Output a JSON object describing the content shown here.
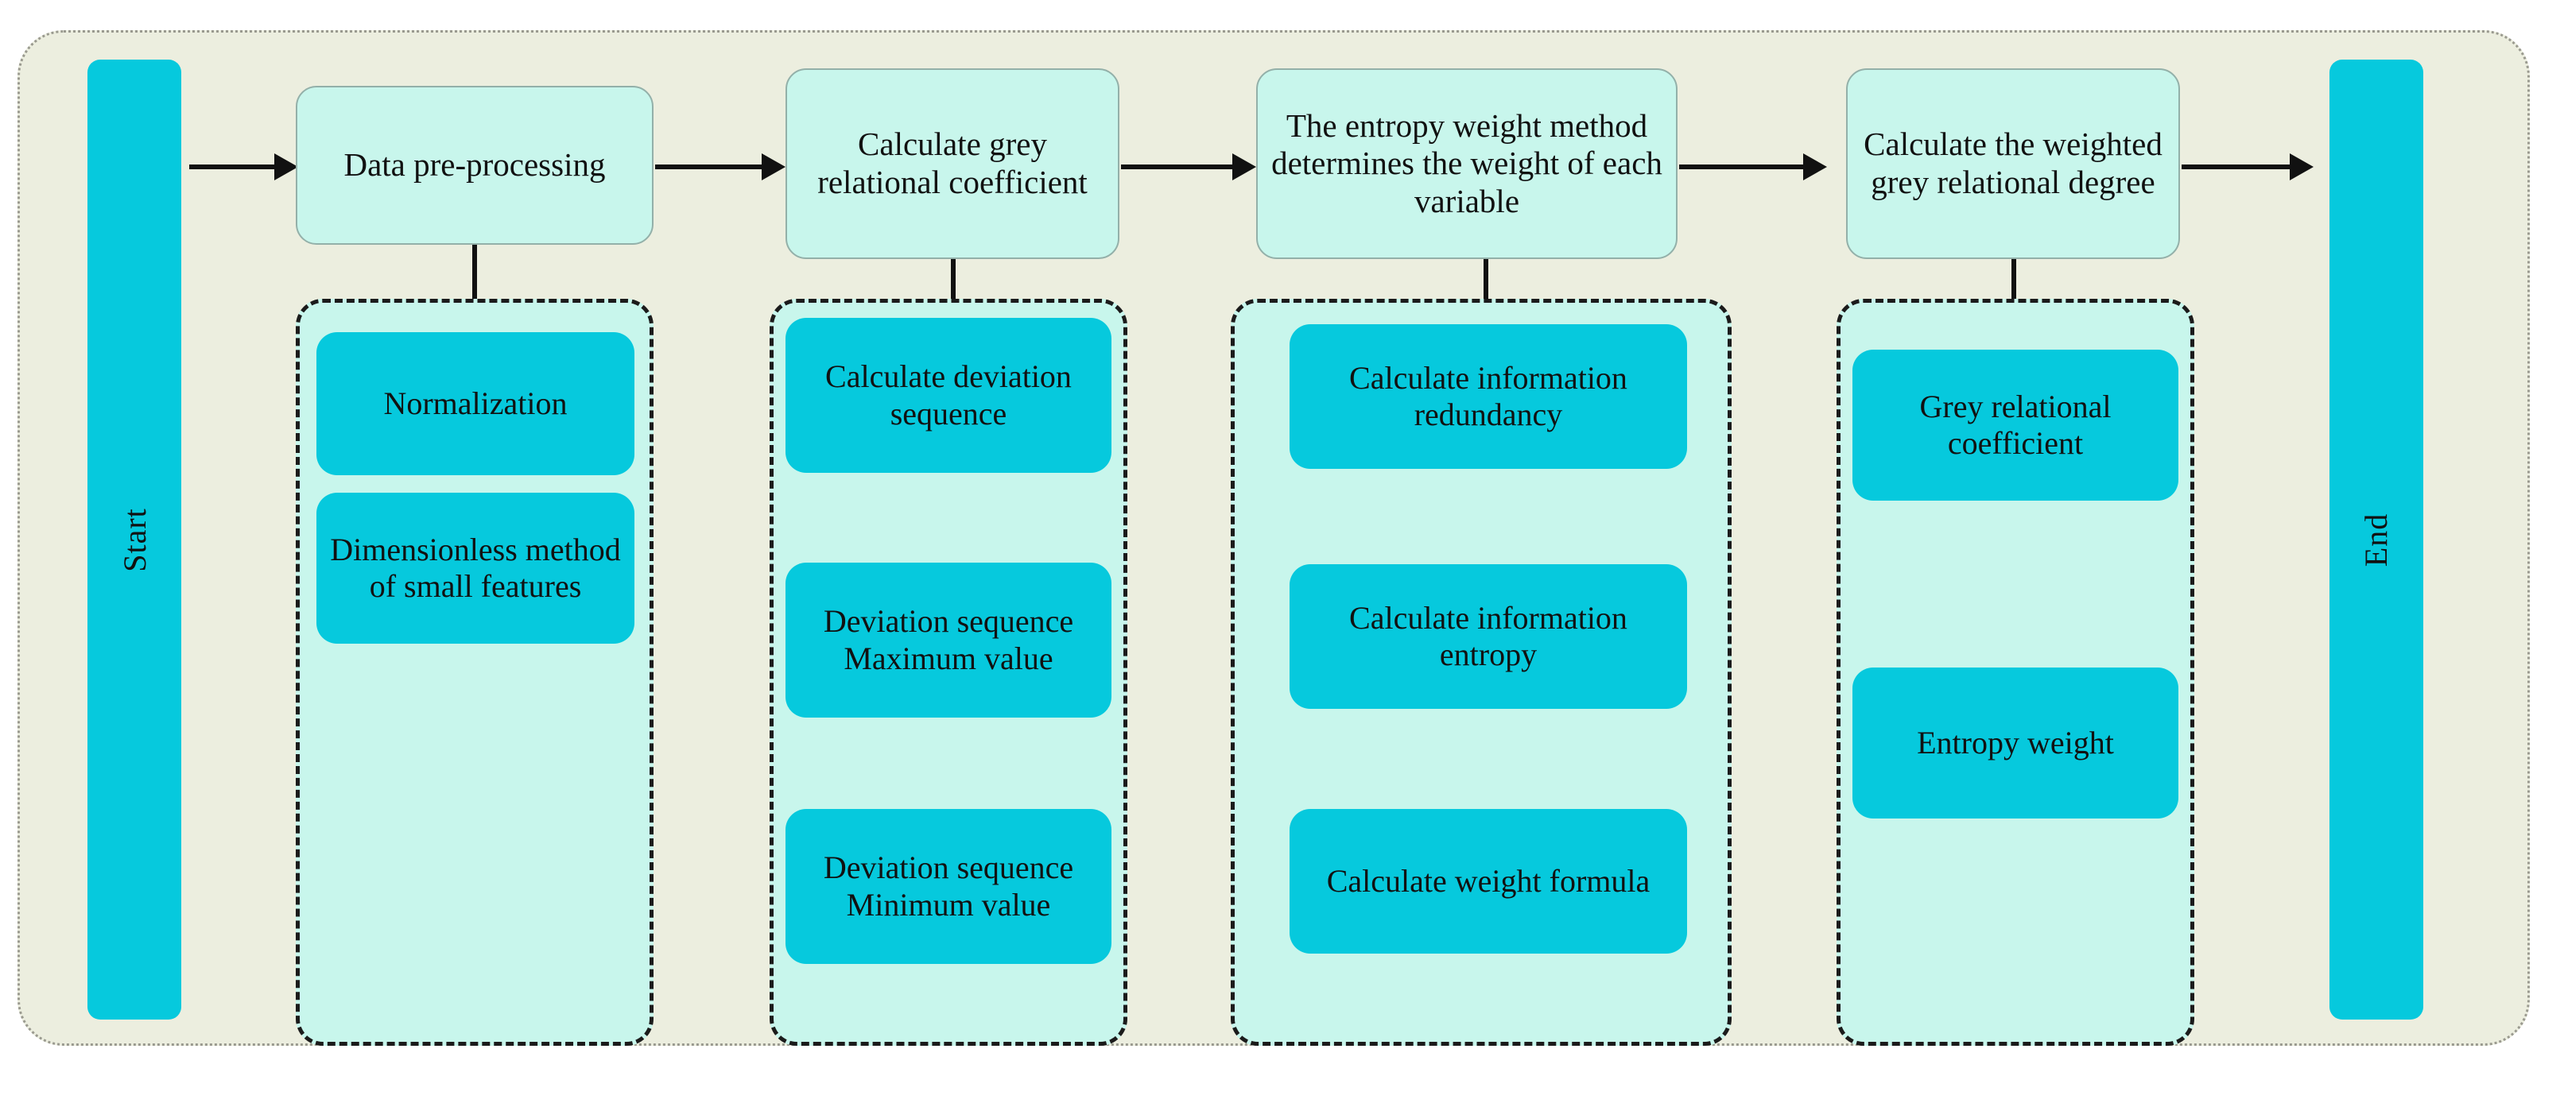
{
  "diagram": {
    "title": "Grey relational analysis with entropy weight method flowchart",
    "colors": {
      "panel_background": "#eceedf",
      "panel_border": "#9a9a8f",
      "terminal_fill": "#06c9dd",
      "stage_fill": "#c8f6ec",
      "stage_border": "#93b0a9",
      "group_fill": "#c8f6ec",
      "group_border": "#1b1b1b",
      "chip_fill": "#06c9dd",
      "connector": "#111111",
      "text": "#111111"
    },
    "terminals": {
      "start": "Start",
      "end": "End"
    },
    "stages": [
      {
        "id": "stage-1",
        "header": "Data pre-processing",
        "steps": [
          "Normalization",
          "Dimensionless method of small features"
        ]
      },
      {
        "id": "stage-2",
        "header": "Calculate grey relational coefficient",
        "steps": [
          "Calculate deviation sequence",
          "Deviation sequence Maximum value",
          "Deviation sequence Minimum value"
        ]
      },
      {
        "id": "stage-3",
        "header": "The entropy weight method determines the weight of each variable",
        "steps": [
          "Calculate information redundancy",
          "Calculate information entropy",
          "Calculate weight formula"
        ]
      },
      {
        "id": "stage-4",
        "header": "Calculate the weighted grey relational degree",
        "steps": [
          "Grey relational coefficient",
          "Entropy weight"
        ]
      }
    ]
  }
}
